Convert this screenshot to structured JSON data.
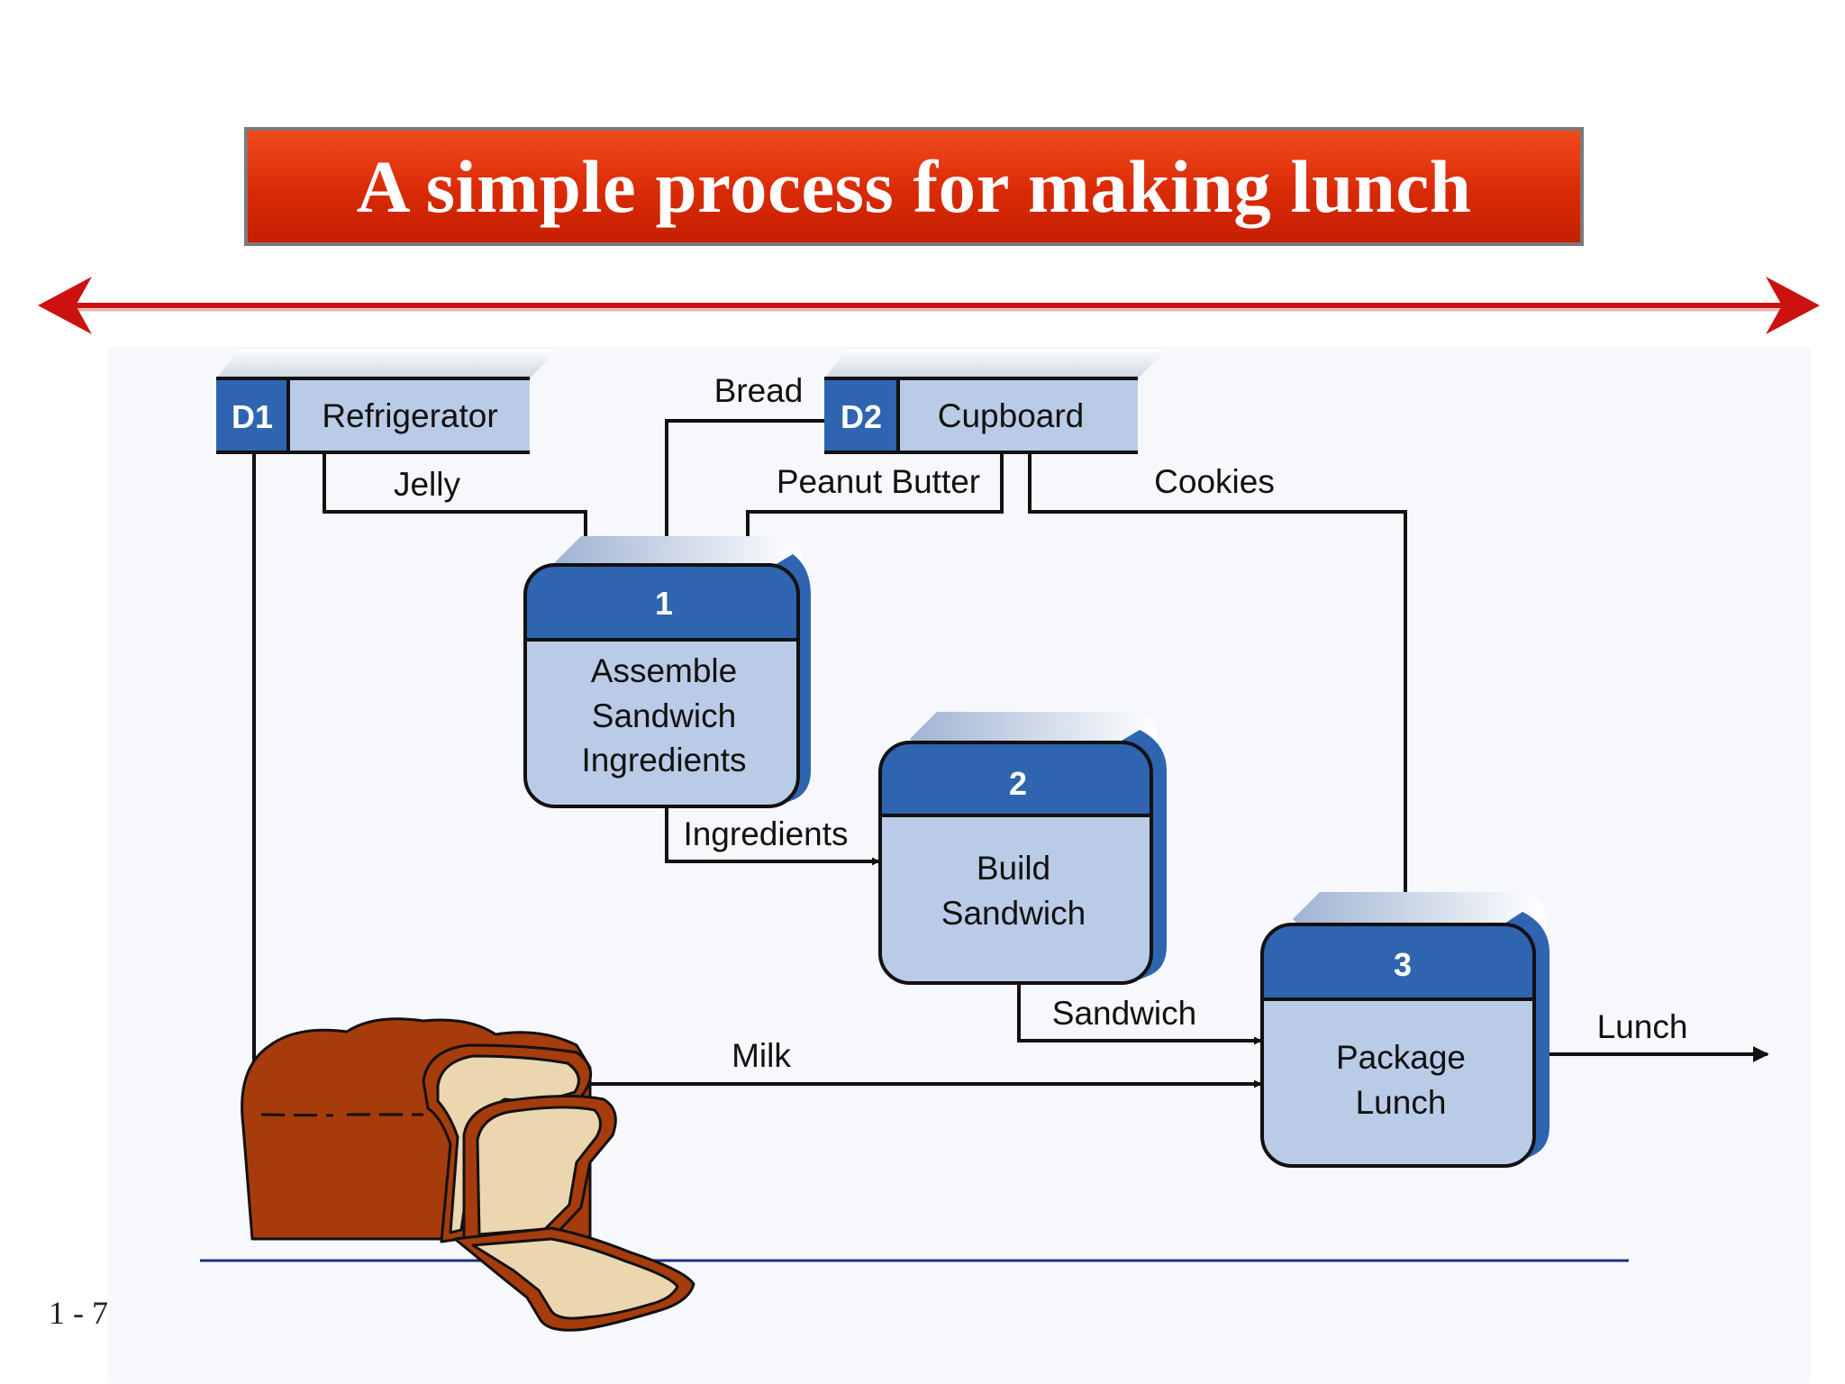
{
  "title": "A simple process for making lunch",
  "page_number": "1 - 7",
  "colors": {
    "title_bar": "#d92a06",
    "divider_arrow": "#cc1111",
    "store_id_fill": "#2f64b0",
    "store_name_fill": "#b9cbe6",
    "process_header": "#2f64b0",
    "process_body": "#b9cbe6",
    "bottom_rule": "#1f2d8a",
    "bread_crust": "#a63c0c",
    "bread_inside": "#ecd6b0"
  },
  "data_stores": [
    {
      "id": "D1",
      "name": "Refrigerator"
    },
    {
      "id": "D2",
      "name": "Cupboard"
    }
  ],
  "processes": [
    {
      "number": "1",
      "lines": [
        "Assemble",
        "Sandwich",
        "Ingredients"
      ]
    },
    {
      "number": "2",
      "lines": [
        "Build",
        "Sandwich"
      ]
    },
    {
      "number": "3",
      "lines": [
        "Package",
        "Lunch"
      ]
    }
  ],
  "flows": {
    "bread": "Bread",
    "jelly": "Jelly",
    "peanut_butter": "Peanut Butter",
    "cookies": "Cookies",
    "ingredients": "Ingredients",
    "sandwich": "Sandwich",
    "milk": "Milk",
    "lunch": "Lunch"
  },
  "decoration": {
    "clipart": "bread-loaf-icon"
  }
}
